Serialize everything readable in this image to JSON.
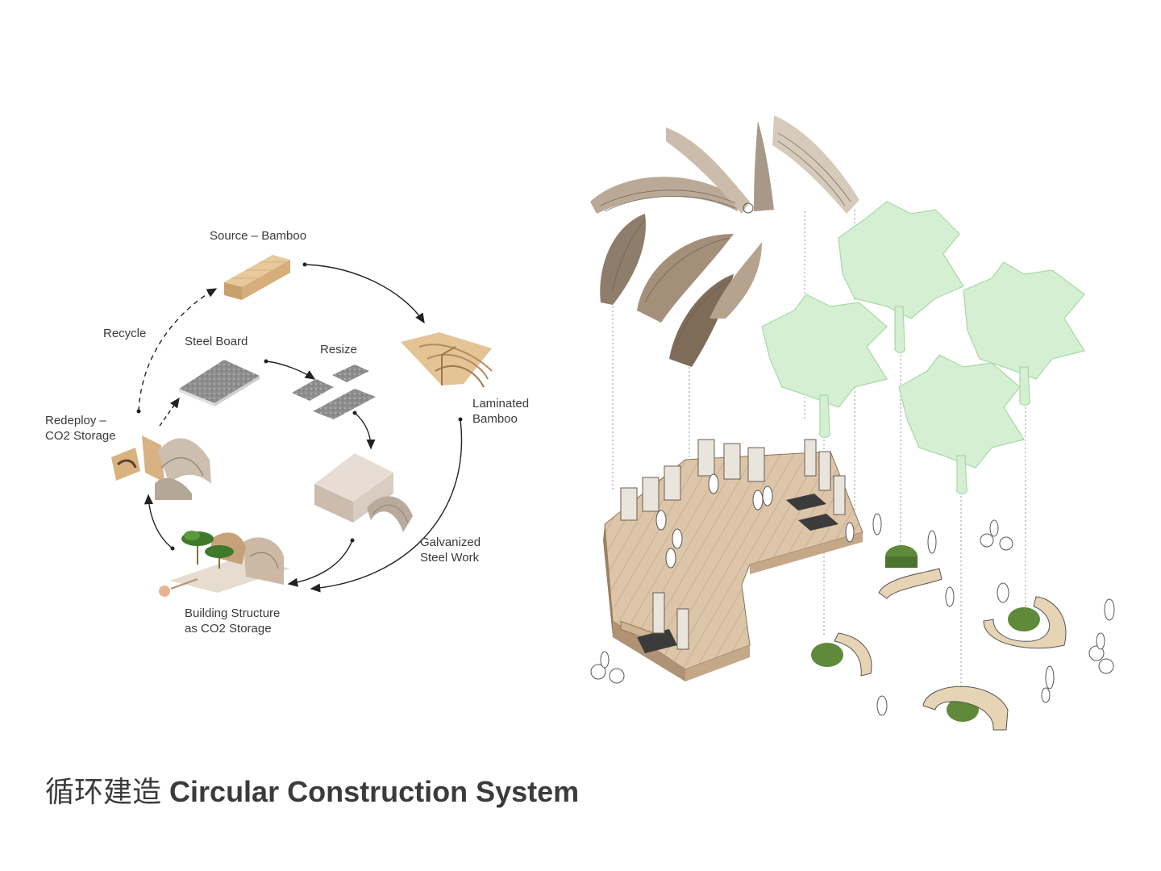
{
  "cycle": {
    "source": "Source – Bamboo",
    "laminated": [
      "Laminated",
      "Bamboo"
    ],
    "steel_board": "Steel Board",
    "resize": "Resize",
    "galvanized": [
      "Galvanized",
      "Steel Work"
    ],
    "building": [
      "Building Structure",
      "as CO2 Storage"
    ],
    "redeploy": [
      "Redeploy –",
      "CO2 Storage"
    ],
    "recycle": "Recycle"
  },
  "caption": {
    "chinese": "循环建造",
    "english": "Circular Construction System"
  },
  "colors": {
    "bamboo": "#d9b98c",
    "bamboo_dark": "#b08a5e",
    "steel": "#8f8f8f",
    "roof": "#a89b8a",
    "tree": "#cdeacb",
    "tree_stroke": "#9fd29c",
    "planter": "#5e8a3a",
    "text": "#3a3a3a"
  }
}
